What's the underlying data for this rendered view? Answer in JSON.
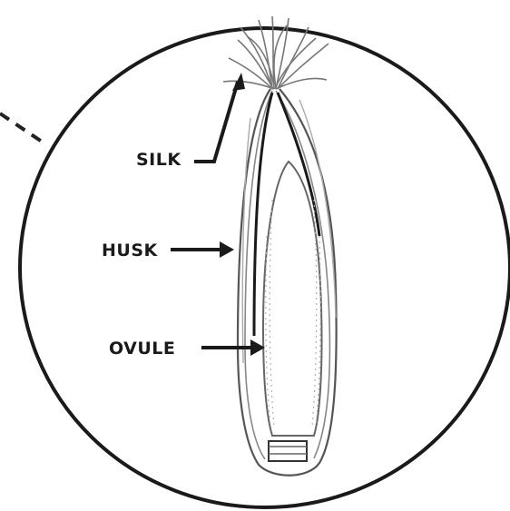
{
  "diagram": {
    "labels": {
      "silk": "SILK",
      "husk": "HUSK",
      "ovule": "OVULE"
    },
    "colors": {
      "ink": "#1a1a1a",
      "faint": "#8a8a8a",
      "background": "#ffffff"
    }
  }
}
